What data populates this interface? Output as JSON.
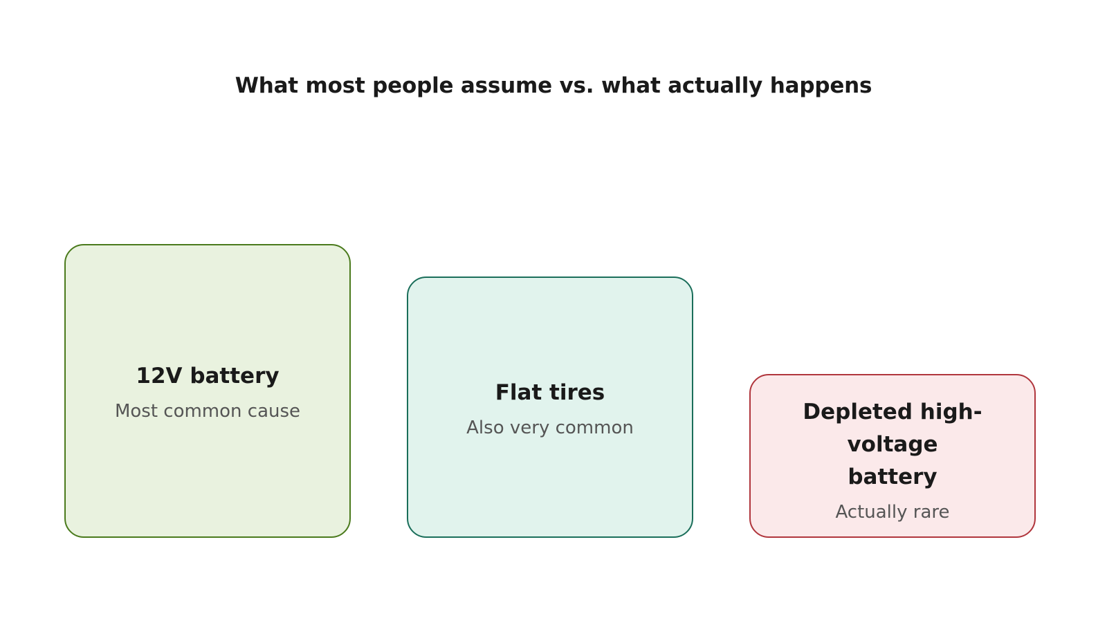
{
  "title": "What most people assume vs. what actually happens",
  "cards": [
    {
      "title": "12V battery",
      "subtitle": "Most common cause",
      "fill_color": "#e9f2df",
      "border_color": "#4a7a1c"
    },
    {
      "title": "Flat tires",
      "subtitle": "Also very common",
      "fill_color": "#e1f3ed",
      "border_color": "#1a6e5a"
    },
    {
      "title": "Depleted high-voltage battery",
      "subtitle": "Actually rare",
      "fill_color": "#fbe9ea",
      "border_color": "#b0353c"
    }
  ]
}
